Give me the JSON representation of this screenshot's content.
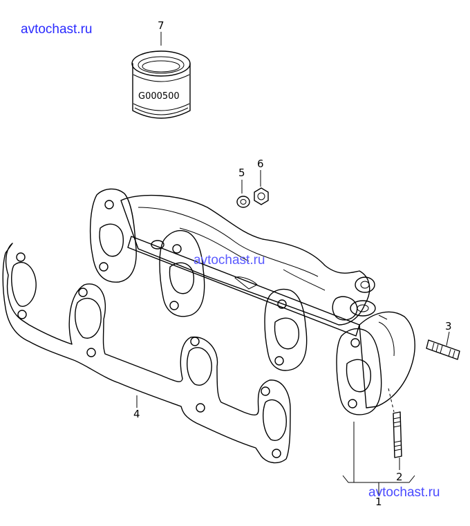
{
  "watermarks": [
    "avtochast.ru",
    "avtochast.ru",
    "avtochast.ru"
  ],
  "filter_label": "G000500",
  "callouts": {
    "p1": "1",
    "p2": "2",
    "p3": "3",
    "p4": "4",
    "p5": "5",
    "p6": "6",
    "p7": "7"
  },
  "colors": {
    "watermark": "#2a2aff",
    "lines": "#000000",
    "background": "#ffffff"
  }
}
